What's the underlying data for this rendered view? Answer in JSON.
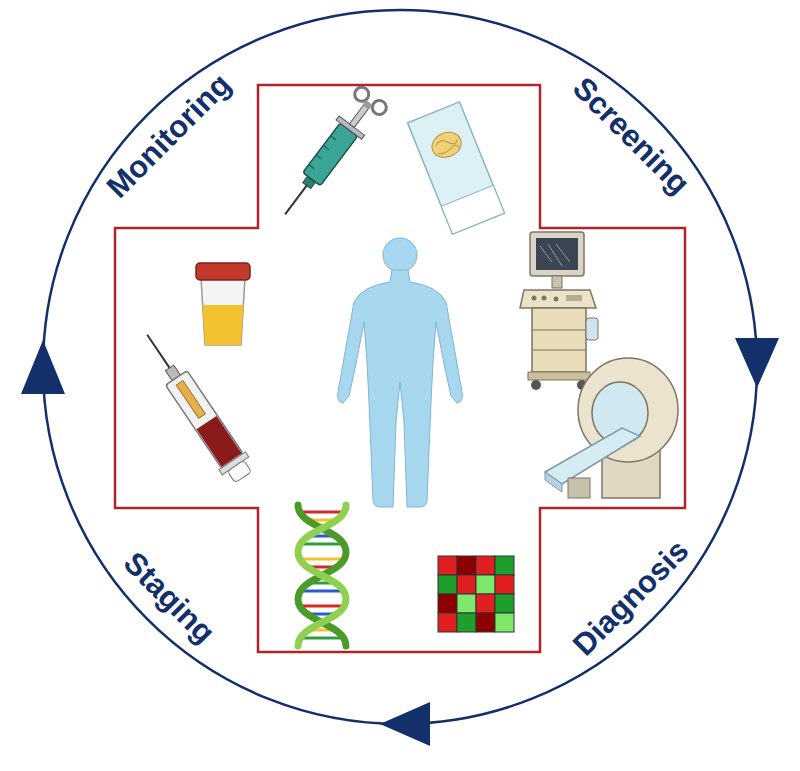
{
  "diagram": {
    "labels": [
      "Monitoring",
      "Screening",
      "Diagnosis",
      "Staging"
    ]
  }
}
